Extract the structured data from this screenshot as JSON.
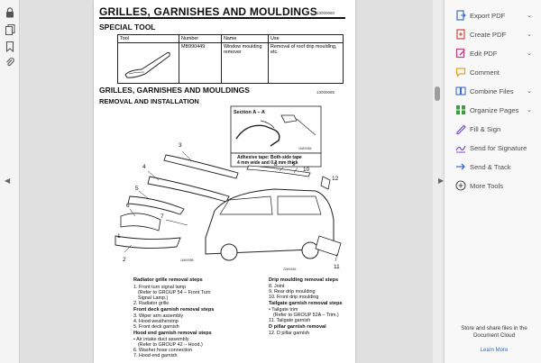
{
  "doc": {
    "title": "GRILLES, GARNISHES AND MOULDINGS",
    "title_code": "13000060",
    "special_tool_heading": "SPECIAL TOOL",
    "tool_table": {
      "headers": [
        "Tool",
        "Number",
        "Name",
        "Use"
      ],
      "rows": [
        {
          "number": "MB990449",
          "name": "Window moulding remover",
          "use": "Removal of roof drip moulding, etc."
        }
      ]
    },
    "section_title": "GRILLES, GARNISHES AND MOULDINGS",
    "section_code": "13000085",
    "subsection": "REMOVAL AND INSTALLATION",
    "diagram": {
      "section_label": "Section A – A",
      "callout_code": "16W0084",
      "adhesive_line1": "Adhesive tape: Both-side tape",
      "adhesive_line2": "4 mm wide and 0.2 mm thick",
      "numbers": [
        "3",
        "4",
        "5",
        "6",
        "7",
        "1",
        "2",
        "8",
        "9",
        "10",
        "12",
        "11"
      ],
      "code_left": "16W0088",
      "code_bottom": "20W0064"
    },
    "steps": {
      "radiator": {
        "heading": "Radiator grille removal steps",
        "items": [
          "1. Front turn signal lamp",
          "(Refer to GROUP 54 – Front Turn",
          "Signal Lamp.)",
          "2. Radiator grille"
        ]
      },
      "front_deck": {
        "heading": "Front deck garnish removal steps",
        "items": [
          "3. Wiper arm assembly",
          "4. Hood weatherstrip",
          "5. Front deck garnish"
        ]
      },
      "hood_end": {
        "heading": "Hood end garnish removal steps",
        "items": [
          "• Air intake duct assembly",
          "(Refer to GROUP 42 – Hood.)",
          "6. Washer hose connection",
          "7. Hood end garnish"
        ]
      },
      "drip": {
        "heading": "Drip moulding removal steps",
        "items": [
          "8. Joint",
          "9. Rear drip moulding",
          "10. Front drip moulding"
        ]
      },
      "tailgate": {
        "heading": "Tailgate garnish removal steps",
        "items": [
          "• Tailgate trim",
          "(Refer to GROUP 52A – Trim.)",
          "11. Tailgate garnish"
        ]
      },
      "d_pillar": {
        "heading": "D pillar garnish removal",
        "items": [
          "12. D pillar garnish"
        ]
      }
    }
  },
  "right_panel": {
    "items": [
      {
        "label": "Export PDF",
        "icon": "export-pdf-icon",
        "color": "#3b6fd1",
        "chevron": true
      },
      {
        "label": "Create PDF",
        "icon": "create-pdf-icon",
        "color": "#d6453d",
        "chevron": true
      },
      {
        "label": "Edit PDF",
        "icon": "edit-pdf-icon",
        "color": "#c2407f",
        "chevron": true
      },
      {
        "label": "Comment",
        "icon": "comment-icon",
        "color": "#e8a317",
        "chevron": false
      },
      {
        "label": "Combine Files",
        "icon": "combine-files-icon",
        "color": "#3b6fd1",
        "chevron": true
      },
      {
        "label": "Organize Pages",
        "icon": "organize-pages-icon",
        "color": "#3b9a43",
        "chevron": true
      },
      {
        "label": "Fill & Sign",
        "icon": "fill-sign-icon",
        "color": "#7a4fc9",
        "chevron": false
      },
      {
        "label": "Send for Signature",
        "icon": "send-signature-icon",
        "color": "#7a4fc9",
        "chevron": false
      },
      {
        "label": "Send & Track",
        "icon": "send-track-icon",
        "color": "#3b6fd1",
        "chevron": false
      },
      {
        "label": "More Tools",
        "icon": "more-tools-icon",
        "color": "#555555",
        "chevron": false
      }
    ],
    "promo": "Store and share files in the Document Cloud",
    "learn_more": "Learn More"
  }
}
